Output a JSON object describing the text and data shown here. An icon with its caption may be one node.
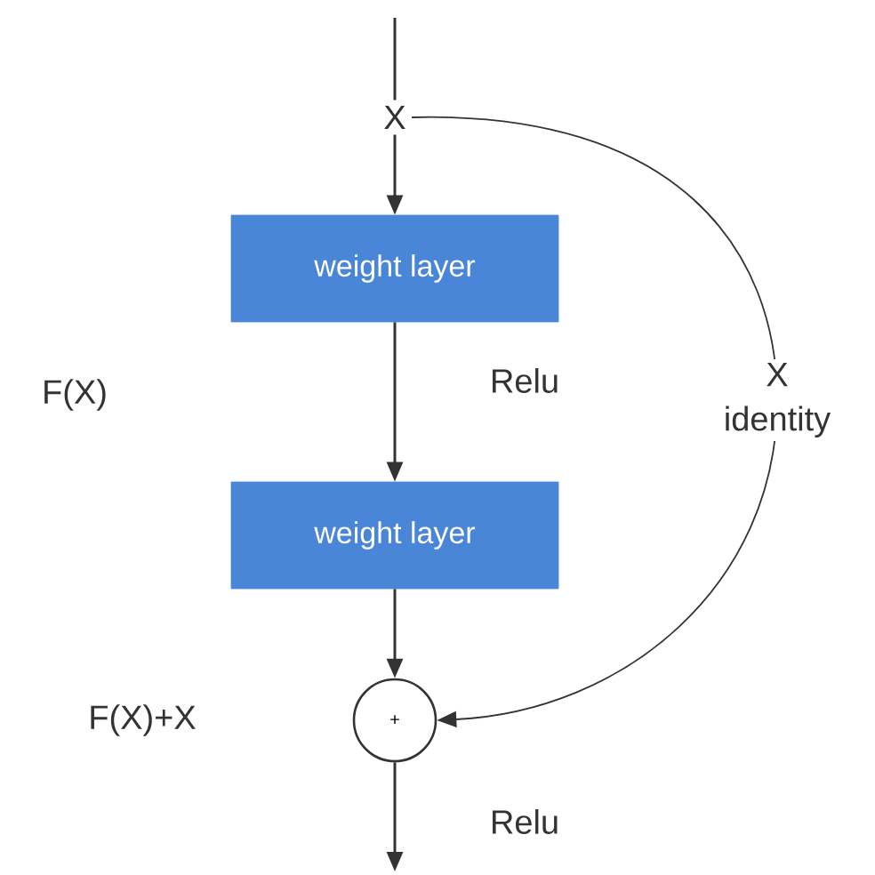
{
  "diagram": {
    "nodes": [
      {
        "text": [
          "X"
        ]
      },
      {
        "text": [
          "weight layer"
        ]
      },
      {
        "text": [
          "weight layer"
        ]
      },
      {
        "text": [
          "+"
        ]
      }
    ],
    "edges": [
      {
        "from": null,
        "to": 0,
        "arrow": "none"
      },
      {
        "from": 0,
        "to": 1,
        "arrow": "to"
      },
      {
        "from": 1,
        "to": 2,
        "arrow": "to",
        "label": "Relu"
      },
      {
        "from": 2,
        "to": 3,
        "arrow": "to"
      },
      {
        "from": 0,
        "to": 3,
        "arrow": "to",
        "label": "X identity"
      },
      {
        "from": 3,
        "to": null,
        "arrow": "to",
        "label": "Relu"
      }
    ],
    "labels": [
      "F(X)",
      "F(X)+X"
    ]
  }
}
